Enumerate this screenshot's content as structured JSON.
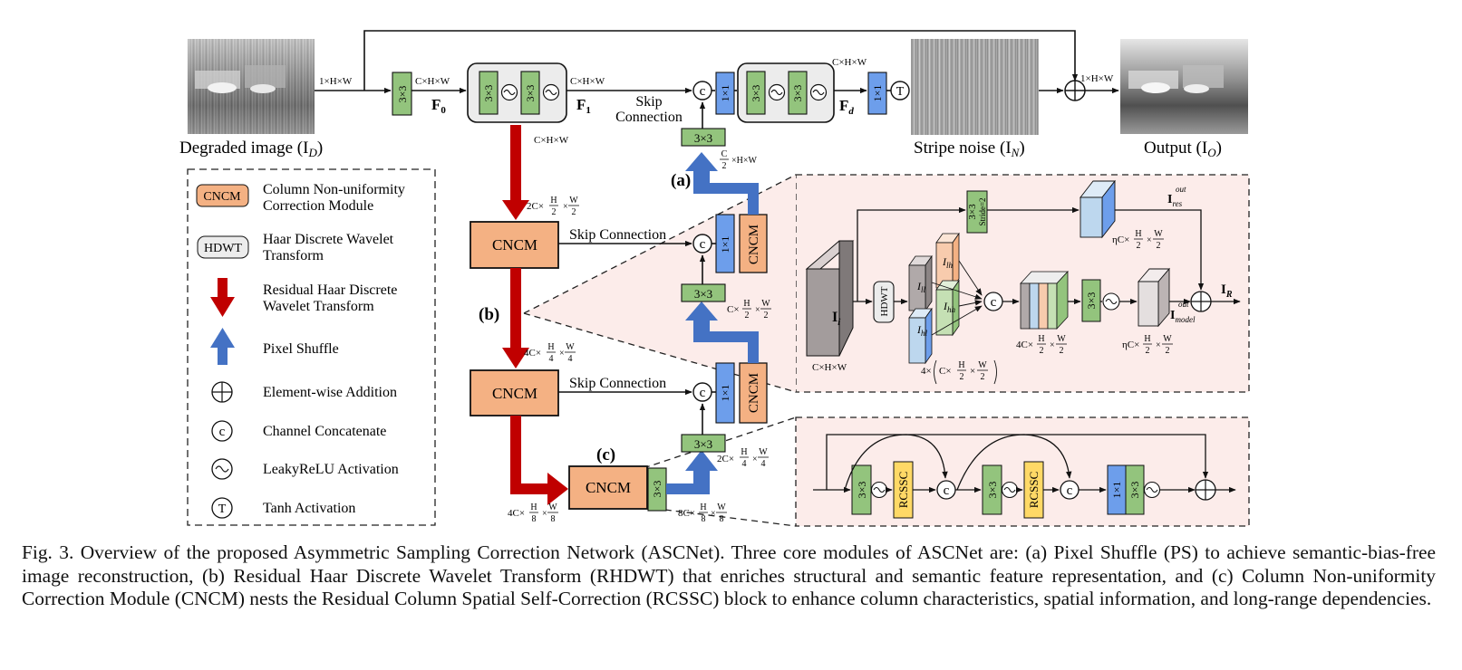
{
  "colors": {
    "conv_green": "#93c47d",
    "conv_blue": "#6d9eeb",
    "cncm_orange": "#f4b183",
    "rcssc_yellow": "#ffd966",
    "rhdwt_red": "#c00000",
    "ps_blue": "#4472c4",
    "panel_pink": "#fcecea"
  },
  "images": {
    "degraded": "Degraded image (I",
    "degraded_sub": "D",
    "noise": "Stripe noise (I",
    "noise_sub": "N",
    "output": "Output (I",
    "output_sub": "O"
  },
  "blocks": {
    "conv3x3": "3×3",
    "conv1x1": "1×1",
    "cncm": "CNCM",
    "hdwt": "HDWT",
    "rcssc": "RCSSC",
    "stride_conv": "3×3",
    "stride_label": "Stride=2"
  },
  "symbols": {
    "concat": "c",
    "tanh": "T"
  },
  "dims": {
    "in_dim": "1×H×W",
    "c_hw": "C×H×W",
    "c_hw_f1": "C×H×W",
    "c_hw_fd": "C×H×W",
    "c_hw_below": "C×H×W",
    "out_dim": "1×H×W",
    "c_half_pre": "",
    "c_half_num": "C",
    "c_half_den": "2",
    "c_half_post": "×H×W",
    "d2_pre": "2C×",
    "d4_pre": "4C×",
    "d8_pre": "4C×",
    "u2_pre": "C×",
    "u4_pre": "2C×",
    "u8_pre": "8C×",
    "panel_in": "C×H×W",
    "panel_cat_pre": "4C×",
    "eta_pre": "ηC×",
    "four_times": "4×",
    "four_inner": "C×"
  },
  "features": {
    "f0": "F",
    "f0_sub": "0",
    "f1": "F",
    "f1_sub": "1",
    "fd": "F",
    "fd_sub": "d",
    "ii": "I",
    "ii_sub": "i",
    "ir": "I",
    "ir_sub": "R",
    "ires": "I",
    "ires_sub": "res",
    "ires_sup": "out",
    "imodel": "I",
    "imodel_sub": "model",
    "imodel_sup": "out",
    "ill": "I",
    "ill_sub": "ll",
    "ilh": "I",
    "ilh_sub": "lh",
    "ihl": "I",
    "ihl_sub": "hl",
    "ihh": "I",
    "ihh_sub": "hh"
  },
  "labels": {
    "skip_main_1": "Skip",
    "skip_main_2": "Connection",
    "skip_1": "Skip Connection",
    "skip_2": "Skip Connection",
    "mark_a": "(a)",
    "mark_b": "(b)",
    "mark_c": "(c)"
  },
  "legend": [
    {
      "key": "CNCM",
      "text": [
        "Column Non-uniformity",
        "Correction Module"
      ]
    },
    {
      "key": "HDWT",
      "text": [
        "Haar Discrete Wavelet",
        "Transform"
      ]
    },
    {
      "key": "",
      "text": [
        "Residual Haar Discrete",
        "Wavelet Transform"
      ]
    },
    {
      "key": "",
      "text": [
        "Pixel Shuffle"
      ]
    },
    {
      "key": "",
      "text": [
        "Element-wise Addition"
      ]
    },
    {
      "key": "c",
      "text": [
        "Channel Concatenate"
      ]
    },
    {
      "key": "",
      "text": [
        "LeakyReLU Activation"
      ]
    },
    {
      "key": "T",
      "text": [
        "Tanh Activation"
      ]
    }
  ],
  "caption": "Fig. 3.  Overview of the proposed Asymmetric Sampling Correction Network (ASCNet). Three core modules of ASCNet are: (a) Pixel Shuffle (PS) to achieve semantic-bias-free image reconstruction, (b) Residual Haar Discrete Wavelet Transform (RHDWT) that enriches structural and semantic feature representation, and (c) Column Non-uniformity Correction Module (CNCM) nests the Residual Column Spatial Self-Correction (RCSSC) block to enhance column characteristics, spatial information, and long-range dependencies."
}
